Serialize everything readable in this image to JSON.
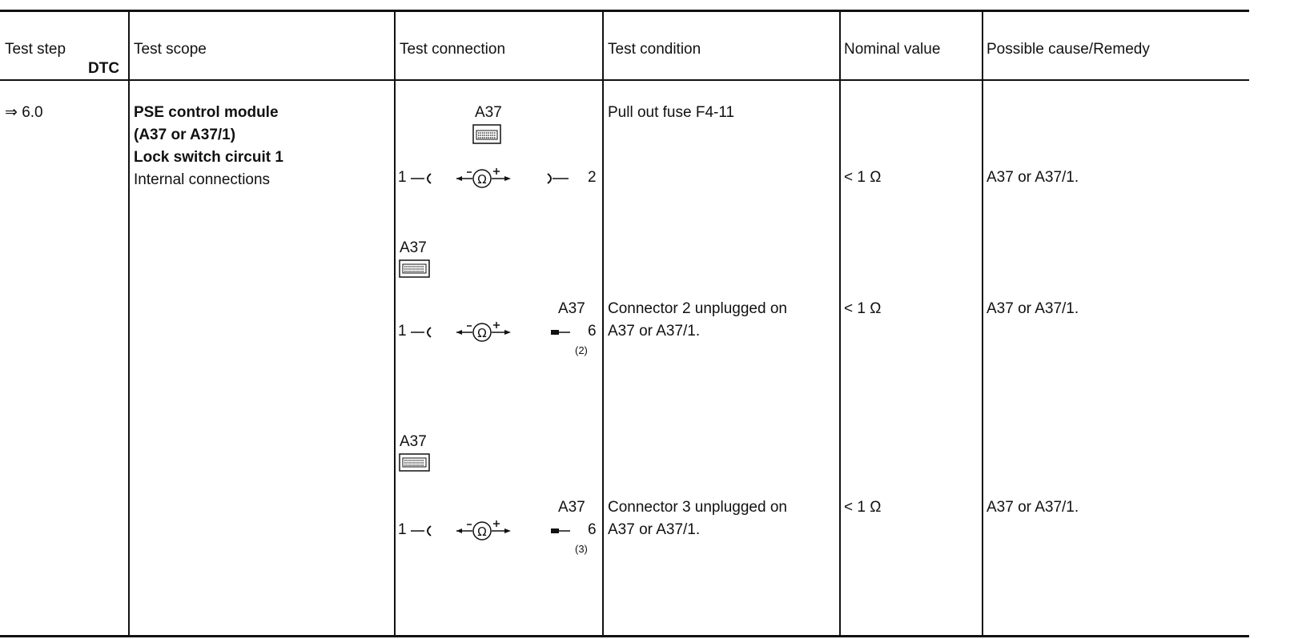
{
  "headers": {
    "test_step": "Test step",
    "dtc": "DTC",
    "test_scope": "Test scope",
    "test_connection": "Test connection",
    "test_condition": "Test condition",
    "nominal_value": "Nominal value",
    "possible_cause": "Possible cause/Remedy"
  },
  "step": "⇒ 6.0",
  "scope": {
    "line1": "PSE control module",
    "line2": "(A37 or A37/1)",
    "line3": "Lock switch circuit 1",
    "line4": "Internal connections"
  },
  "rows": [
    {
      "connector_label": "A37",
      "pin_left": "1",
      "pin_right": "2",
      "condition_line1": "Pull out fuse F4-11",
      "condition_line2": "",
      "nominal": "< 1 Ω",
      "remedy": "A37 or A37/1."
    },
    {
      "connector_label": "A37",
      "right_label": "A37",
      "pin_left": "1",
      "pin_right": "6",
      "footnote": "(2)",
      "condition_line1": "Connector 2 unplugged on",
      "condition_line2": "A37 or A37/1.",
      "nominal": "< 1 Ω",
      "remedy": "A37 or A37/1."
    },
    {
      "connector_label": "A37",
      "right_label": "A37",
      "pin_left": "1",
      "pin_right": "6",
      "footnote": "(3)",
      "condition_line1": "Connector 3 unplugged on",
      "condition_line2": "A37 or A37/1.",
      "nominal": "< 1 Ω",
      "remedy": "A37 or A37/1."
    }
  ],
  "icons": [
    "connector-block-icon",
    "ohmmeter-icon",
    "plug-socket-icon"
  ]
}
